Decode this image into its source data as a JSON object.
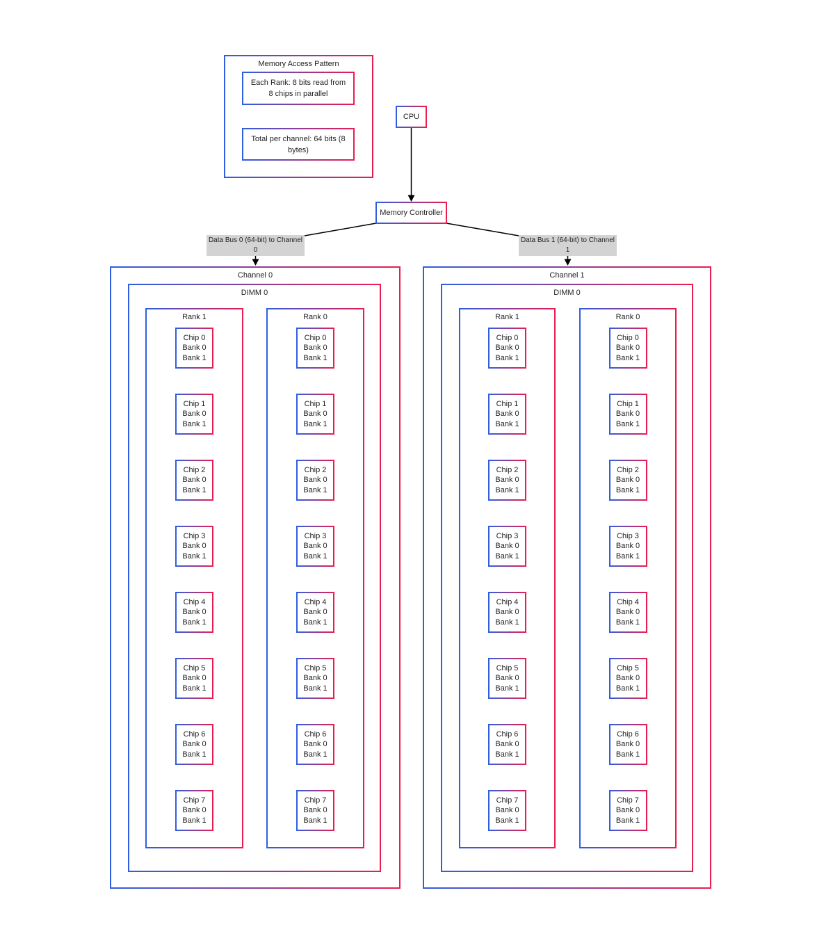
{
  "colors": {
    "border-start": "#2f5fe0",
    "border-end": "#eb1c4f",
    "bus-label-bg": "#d3d3d3",
    "connector": "#000000"
  },
  "access_pattern": {
    "title": "Memory Access Pattern",
    "notes": [
      "Each Rank: 8 bits read from 8 chips in parallel",
      "Total per channel: 64 bits (8 bytes)"
    ]
  },
  "cpu": {
    "label": "CPU"
  },
  "memory_controller": {
    "label": "Memory Controller"
  },
  "buses": [
    {
      "line1": "Data Bus 0 (64-bit) to Channel",
      "line2": "0"
    },
    {
      "line1": "Data Bus 1 (64-bit) to Channel",
      "line2": "1"
    }
  ],
  "channels": [
    {
      "title": "Channel 0",
      "dimm": {
        "title": "DIMM 0",
        "ranks": [
          {
            "title": "Rank 1",
            "chips": [
              {
                "chip": "Chip 0",
                "bank0": "Bank 0",
                "bank1": "Bank 1"
              },
              {
                "chip": "Chip 1",
                "bank0": "Bank 0",
                "bank1": "Bank 1"
              },
              {
                "chip": "Chip 2",
                "bank0": "Bank 0",
                "bank1": "Bank 1"
              },
              {
                "chip": "Chip 3",
                "bank0": "Bank 0",
                "bank1": "Bank 1"
              },
              {
                "chip": "Chip 4",
                "bank0": "Bank 0",
                "bank1": "Bank 1"
              },
              {
                "chip": "Chip 5",
                "bank0": "Bank 0",
                "bank1": "Bank 1"
              },
              {
                "chip": "Chip 6",
                "bank0": "Bank 0",
                "bank1": "Bank 1"
              },
              {
                "chip": "Chip 7",
                "bank0": "Bank 0",
                "bank1": "Bank 1"
              }
            ]
          },
          {
            "title": "Rank 0",
            "chips": [
              {
                "chip": "Chip 0",
                "bank0": "Bank 0",
                "bank1": "Bank 1"
              },
              {
                "chip": "Chip 1",
                "bank0": "Bank 0",
                "bank1": "Bank 1"
              },
              {
                "chip": "Chip 2",
                "bank0": "Bank 0",
                "bank1": "Bank 1"
              },
              {
                "chip": "Chip 3",
                "bank0": "Bank 0",
                "bank1": "Bank 1"
              },
              {
                "chip": "Chip 4",
                "bank0": "Bank 0",
                "bank1": "Bank 1"
              },
              {
                "chip": "Chip 5",
                "bank0": "Bank 0",
                "bank1": "Bank 1"
              },
              {
                "chip": "Chip 6",
                "bank0": "Bank 0",
                "bank1": "Bank 1"
              },
              {
                "chip": "Chip 7",
                "bank0": "Bank 0",
                "bank1": "Bank 1"
              }
            ]
          }
        ]
      }
    },
    {
      "title": "Channel 1",
      "dimm": {
        "title": "DIMM 0",
        "ranks": [
          {
            "title": "Rank 1",
            "chips": [
              {
                "chip": "Chip 0",
                "bank0": "Bank 0",
                "bank1": "Bank 1"
              },
              {
                "chip": "Chip 1",
                "bank0": "Bank 0",
                "bank1": "Bank 1"
              },
              {
                "chip": "Chip 2",
                "bank0": "Bank 0",
                "bank1": "Bank 1"
              },
              {
                "chip": "Chip 3",
                "bank0": "Bank 0",
                "bank1": "Bank 1"
              },
              {
                "chip": "Chip 4",
                "bank0": "Bank 0",
                "bank1": "Bank 1"
              },
              {
                "chip": "Chip 5",
                "bank0": "Bank 0",
                "bank1": "Bank 1"
              },
              {
                "chip": "Chip 6",
                "bank0": "Bank 0",
                "bank1": "Bank 1"
              },
              {
                "chip": "Chip 7",
                "bank0": "Bank 0",
                "bank1": "Bank 1"
              }
            ]
          },
          {
            "title": "Rank 0",
            "chips": [
              {
                "chip": "Chip 0",
                "bank0": "Bank 0",
                "bank1": "Bank 1"
              },
              {
                "chip": "Chip 1",
                "bank0": "Bank 0",
                "bank1": "Bank 1"
              },
              {
                "chip": "Chip 2",
                "bank0": "Bank 0",
                "bank1": "Bank 1"
              },
              {
                "chip": "Chip 3",
                "bank0": "Bank 0",
                "bank1": "Bank 1"
              },
              {
                "chip": "Chip 4",
                "bank0": "Bank 0",
                "bank1": "Bank 1"
              },
              {
                "chip": "Chip 5",
                "bank0": "Bank 0",
                "bank1": "Bank 1"
              },
              {
                "chip": "Chip 6",
                "bank0": "Bank 0",
                "bank1": "Bank 1"
              },
              {
                "chip": "Chip 7",
                "bank0": "Bank 0",
                "bank1": "Bank 1"
              }
            ]
          }
        ]
      }
    }
  ]
}
